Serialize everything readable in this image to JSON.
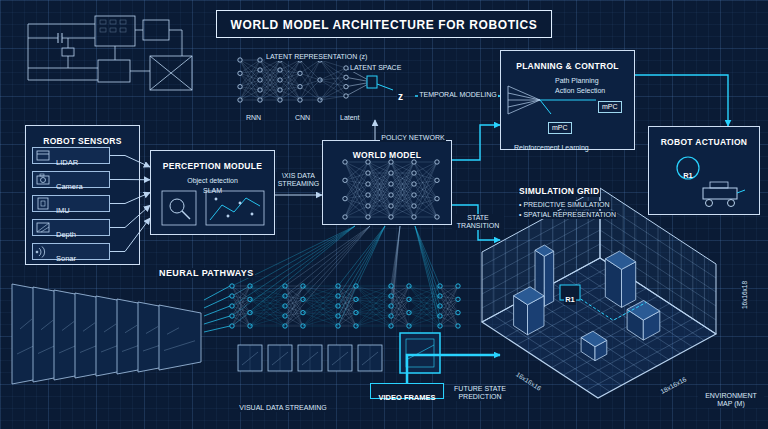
{
  "diagram": {
    "title": "WORLD MODEL ARCHITECTURE FOR ROBOTICS",
    "nodes": [
      {
        "text": [
          "LATENT REPRESENTATION (z)",
          "LATENT SPACE",
          "RNN",
          "CNN",
          "Latent",
          "z"
        ]
      },
      {
        "text": [
          "PLANNING & CONTROL",
          "Path Planning",
          "Action Selection",
          "mPC",
          "mPC",
          "Reinforcement Learning"
        ]
      },
      {
        "text": [
          "ROBOT ACTUATION",
          "R1"
        ]
      },
      {
        "text": [
          "ROBOT SENSORS"
        ]
      },
      {
        "text": [
          "LIDAR"
        ],
        "in": 3
      },
      {
        "text": [
          "Camera"
        ],
        "in": 3
      },
      {
        "text": [
          "IMU"
        ],
        "in": 3
      },
      {
        "text": [
          "Depth"
        ],
        "in": 3
      },
      {
        "text": [
          "Sonar"
        ],
        "in": 3
      },
      {
        "text": [
          "PERCEPTION MODULE",
          "Object detection",
          "SLAM"
        ]
      },
      {
        "text": [
          "WORLD MODEL"
        ]
      },
      {
        "text": [
          "SIMULATION GRID",
          "• PREDICTIVE SIMULATION",
          "• SPATIAL REPRESENTATION"
        ]
      },
      {
        "text": [
          "VIDEO FRAMES"
        ]
      }
    ],
    "edges": [
      {
        "from": 4,
        "to": 9,
        "arrow": "to"
      },
      {
        "from": 5,
        "to": 9,
        "arrow": "to"
      },
      {
        "from": 6,
        "to": 9,
        "arrow": "to"
      },
      {
        "from": 7,
        "to": 9,
        "arrow": "to"
      },
      {
        "from": 8,
        "to": 9,
        "arrow": "to"
      },
      {
        "from": 9,
        "to": 10,
        "label": "\\XIS DATA STREAMING",
        "arrow": "to"
      },
      {
        "from": 10,
        "to": 0,
        "label": "POLICY NETWORK",
        "arrow": "to"
      },
      {
        "from": 0,
        "to": 1,
        "label": "TEMPORAL MODELING",
        "arrow": "to"
      },
      {
        "from": 10,
        "to": 1,
        "arrow": "to"
      },
      {
        "from": 1,
        "to": 2,
        "arrow": "to"
      },
      {
        "from": 10,
        "to": 11,
        "label": "STATE TRANSITION",
        "arrow": "to"
      },
      {
        "from": 12,
        "to": 11,
        "arrow": "to"
      }
    ],
    "labels": [
      "NEURAL PATHWAYS",
      "VISUAL DATA STREAMING",
      "FUTURE STATE PREDICTION",
      "R1",
      "16x16x18",
      "16x16x16",
      "18x16x16",
      "ENVIRONMENT MAP (M)"
    ]
  }
}
